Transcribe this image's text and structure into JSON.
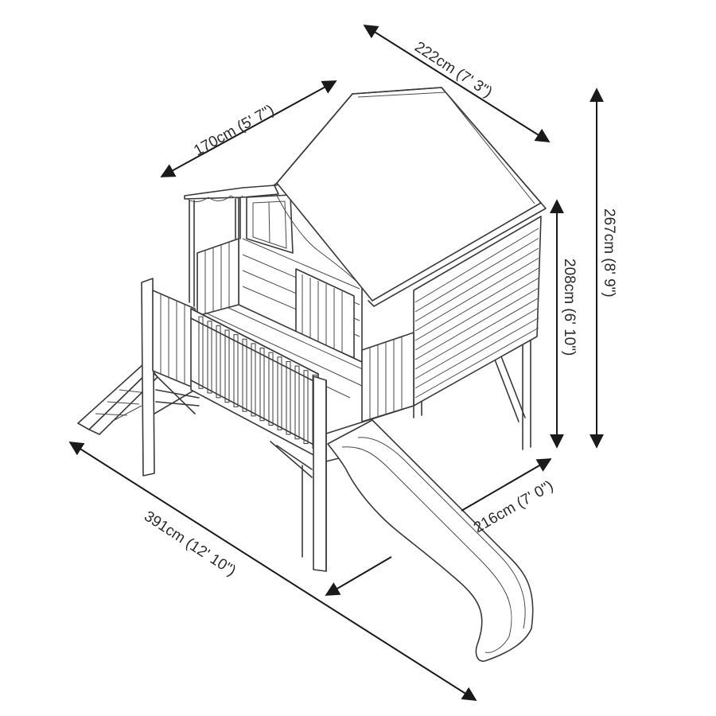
{
  "dimensions": {
    "depth_top": "222cm (7' 3\")",
    "width_top": "170cm (5' 7\")",
    "overall_height": "267cm (8' 9\")",
    "eave_height": "208cm (6' 10\")",
    "slide_width": "216cm (7' 0\")",
    "overall_length": "391cm (12' 10\")"
  }
}
